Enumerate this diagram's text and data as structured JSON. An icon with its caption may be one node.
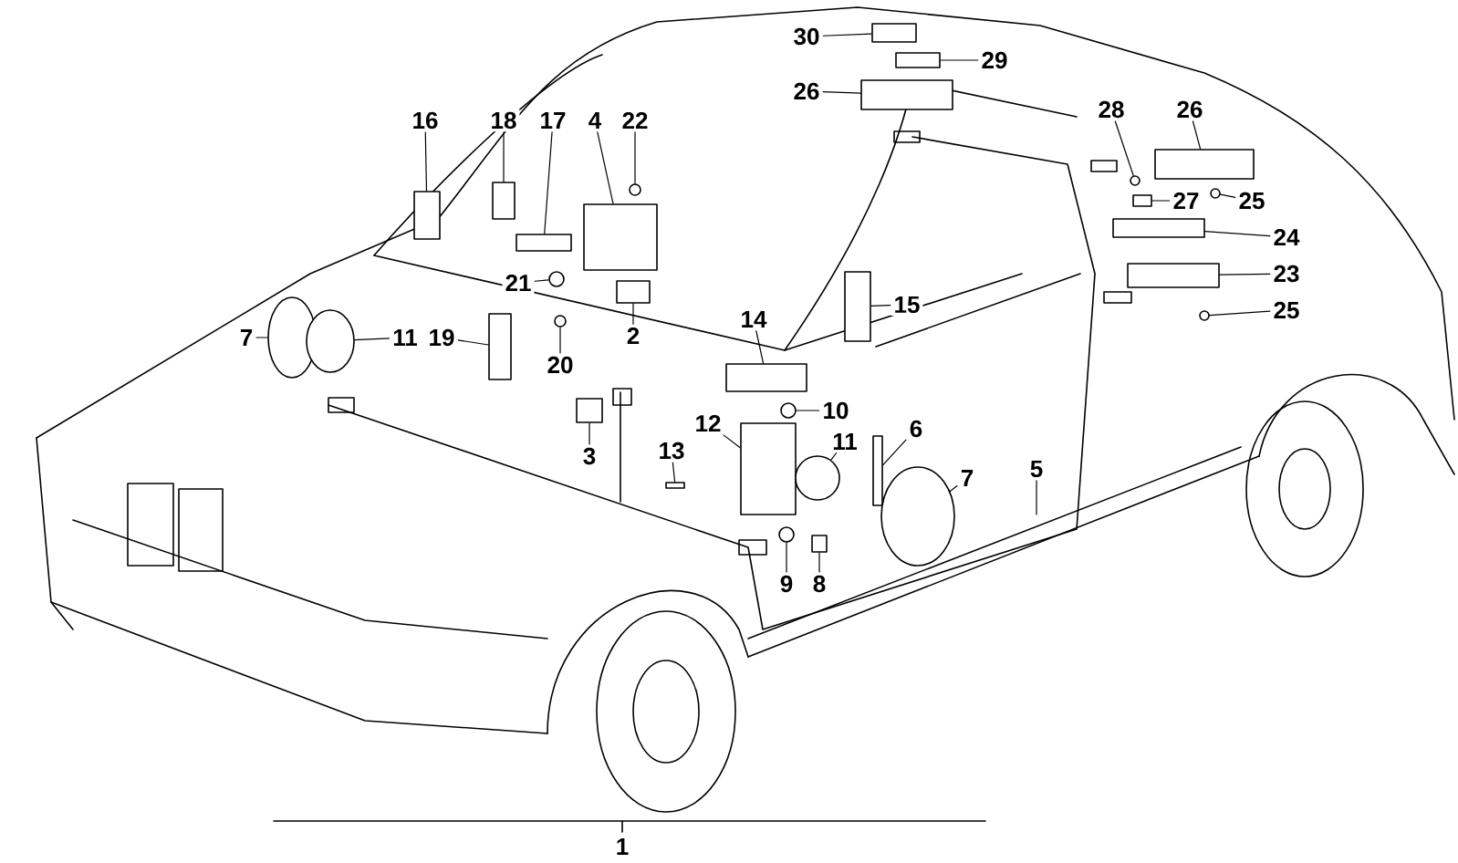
{
  "diagram": {
    "nodes": [
      {
        "text": [
          "16"
        ]
      },
      {
        "text": [
          "18"
        ]
      },
      {
        "text": [
          "17"
        ]
      },
      {
        "text": [
          "4"
        ]
      },
      {
        "text": [
          "22"
        ]
      },
      {
        "text": [
          "21"
        ]
      },
      {
        "text": [
          "2"
        ]
      },
      {
        "text": [
          "7"
        ]
      },
      {
        "text": [
          "11"
        ]
      },
      {
        "text": [
          "19"
        ]
      },
      {
        "text": [
          "20"
        ]
      },
      {
        "text": [
          "14"
        ]
      },
      {
        "text": [
          "15"
        ]
      },
      {
        "text": [
          "10"
        ]
      },
      {
        "text": [
          "12"
        ]
      },
      {
        "text": [
          "13"
        ]
      },
      {
        "text": [
          "11"
        ]
      },
      {
        "text": [
          "6"
        ]
      },
      {
        "text": [
          "3"
        ]
      },
      {
        "text": [
          "7"
        ]
      },
      {
        "text": [
          "5"
        ]
      },
      {
        "text": [
          "9"
        ]
      },
      {
        "text": [
          "8"
        ]
      },
      {
        "text": [
          "30"
        ]
      },
      {
        "text": [
          "29"
        ]
      },
      {
        "text": [
          "26"
        ]
      },
      {
        "text": [
          "28"
        ]
      },
      {
        "text": [
          "26"
        ]
      },
      {
        "text": [
          "27"
        ]
      },
      {
        "text": [
          "25"
        ]
      },
      {
        "text": [
          "24"
        ]
      },
      {
        "text": [
          "23"
        ]
      },
      {
        "text": [
          "25"
        ]
      },
      {
        "text": [],
        "shape": "box"
      },
      {
        "text": [],
        "shape": "box"
      },
      {
        "text": [],
        "shape": "box"
      },
      {
        "text": [],
        "shape": "box"
      },
      {
        "text": [],
        "shape": "circle"
      },
      {
        "text": [],
        "shape": "circle"
      },
      {
        "text": [],
        "shape": "box"
      },
      {
        "text": [],
        "shape": "circle"
      },
      {
        "text": [],
        "shape": "circle"
      },
      {
        "text": [],
        "shape": "box"
      },
      {
        "text": [],
        "shape": "circle"
      },
      {
        "text": [],
        "shape": "box"
      },
      {
        "text": [],
        "shape": "box"
      },
      {
        "text": [],
        "shape": "circle"
      },
      {
        "text": [],
        "shape": "box"
      },
      {
        "text": [],
        "shape": "box"
      },
      {
        "text": [],
        "shape": "circle"
      },
      {
        "text": [],
        "shape": "box"
      },
      {
        "text": [],
        "shape": "box"
      },
      {
        "text": [],
        "shape": "circle"
      },
      {
        "text": [],
        "shape": "circle"
      },
      {
        "text": [],
        "shape": "box"
      },
      {
        "text": [],
        "shape": "box"
      },
      {
        "text": [],
        "shape": "box"
      },
      {
        "text": [],
        "shape": "box"
      },
      {
        "text": [],
        "shape": "circle"
      },
      {
        "text": [],
        "shape": "box"
      },
      {
        "text": [],
        "shape": "box"
      },
      {
        "text": [],
        "shape": "circle"
      },
      {
        "text": [],
        "shape": "box"
      },
      {
        "text": [],
        "shape": "box"
      },
      {
        "text": [],
        "shape": "circle"
      }
    ],
    "edges": [
      {
        "from": 0,
        "to": 33,
        "arrow": "none"
      },
      {
        "from": 1,
        "to": 34,
        "arrow": "none"
      },
      {
        "from": 2,
        "to": 35,
        "arrow": "none"
      },
      {
        "from": 3,
        "to": 36,
        "arrow": "none"
      },
      {
        "from": 4,
        "to": 37,
        "arrow": "none"
      },
      {
        "from": 5,
        "to": 38,
        "arrow": "none"
      },
      {
        "from": 6,
        "to": 39,
        "arrow": "none"
      },
      {
        "from": 7,
        "to": 40,
        "arrow": "none"
      },
      {
        "from": 8,
        "to": 41,
        "arrow": "none"
      },
      {
        "from": 9,
        "to": 42,
        "arrow": "none"
      },
      {
        "from": 10,
        "to": 43,
        "arrow": "none"
      },
      {
        "from": 11,
        "to": 44,
        "arrow": "none"
      },
      {
        "from": 12,
        "to": 45,
        "arrow": "none"
      },
      {
        "from": 13,
        "to": 46,
        "arrow": "none"
      },
      {
        "from": 14,
        "to": 47,
        "arrow": "none"
      },
      {
        "from": 15,
        "to": 48,
        "arrow": "none"
      },
      {
        "from": 16,
        "to": 49,
        "arrow": "none"
      },
      {
        "from": 17,
        "to": 50,
        "arrow": "none"
      },
      {
        "from": 18,
        "to": 51,
        "arrow": "none"
      },
      {
        "from": 19,
        "to": 52,
        "arrow": "none"
      },
      {
        "from": 20,
        "to": null,
        "arrow": "none"
      },
      {
        "from": 21,
        "to": 53,
        "arrow": "none"
      },
      {
        "from": 22,
        "to": 54,
        "arrow": "none"
      },
      {
        "from": 23,
        "to": 55,
        "arrow": "none"
      },
      {
        "from": 24,
        "to": 56,
        "arrow": "none"
      },
      {
        "from": 25,
        "to": 57,
        "arrow": "none"
      },
      {
        "from": 26,
        "to": 58,
        "arrow": "none"
      },
      {
        "from": 27,
        "to": 59,
        "arrow": "none"
      },
      {
        "from": 28,
        "to": 60,
        "arrow": "none"
      },
      {
        "from": 29,
        "to": 61,
        "arrow": "none"
      },
      {
        "from": 30,
        "to": 62,
        "arrow": "none"
      },
      {
        "from": 31,
        "to": 63,
        "arrow": "none"
      },
      {
        "from": 32,
        "to": 64,
        "arrow": "none"
      }
    ],
    "labels": [
      "1"
    ]
  }
}
